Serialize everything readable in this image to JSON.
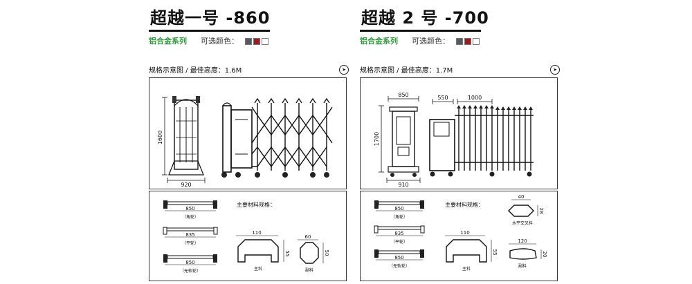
{
  "left": {
    "title": "超越一号 -860",
    "series": "铝合金系列",
    "colors_label": "可选颜色：",
    "swatches": [
      "#555a60",
      "#9c1b22",
      "#ffffff"
    ],
    "spec_title": "规格示意图 / 最佳高度：1.6M",
    "dim_height": "1600",
    "dim_width": "920",
    "materials_label": "主要材料规格：",
    "profiles": [
      {
        "width": "850",
        "label": "（角轮）"
      },
      {
        "width": "835",
        "label": "（平轮）"
      },
      {
        "width": "850",
        "label": "（无轨轮）"
      }
    ],
    "main_material": {
      "width": "110",
      "height": "55",
      "label": "主料"
    },
    "sub_material": {
      "width": "60",
      "height": "50",
      "label": "副料"
    }
  },
  "right": {
    "title": "超越 2 号 -700",
    "series": "铝合金系列",
    "colors_label": "可选颜色：",
    "swatches": [
      "#555a60",
      "#9c1b22",
      "#ffffff"
    ],
    "spec_title": "规格示意图 / 最佳高度：1.7M",
    "dim_height": "1700",
    "dim_top": "850",
    "dim_width": "910",
    "dim_head": "550",
    "dim_span": "1000",
    "materials_label": "主要材料规格：",
    "profiles": [
      {
        "width": "850",
        "label": "（角轮）"
      },
      {
        "width": "835",
        "label": "（平轮）"
      },
      {
        "width": "850",
        "label": "（无轨轮）"
      }
    ],
    "main_material": {
      "width": "110",
      "height": "55",
      "label": "主料"
    },
    "cross_material": {
      "width": "40",
      "height": "28",
      "label": "水平交叉料"
    },
    "sub_material": {
      "width": "120",
      "height": "20",
      "label": "副料"
    }
  }
}
